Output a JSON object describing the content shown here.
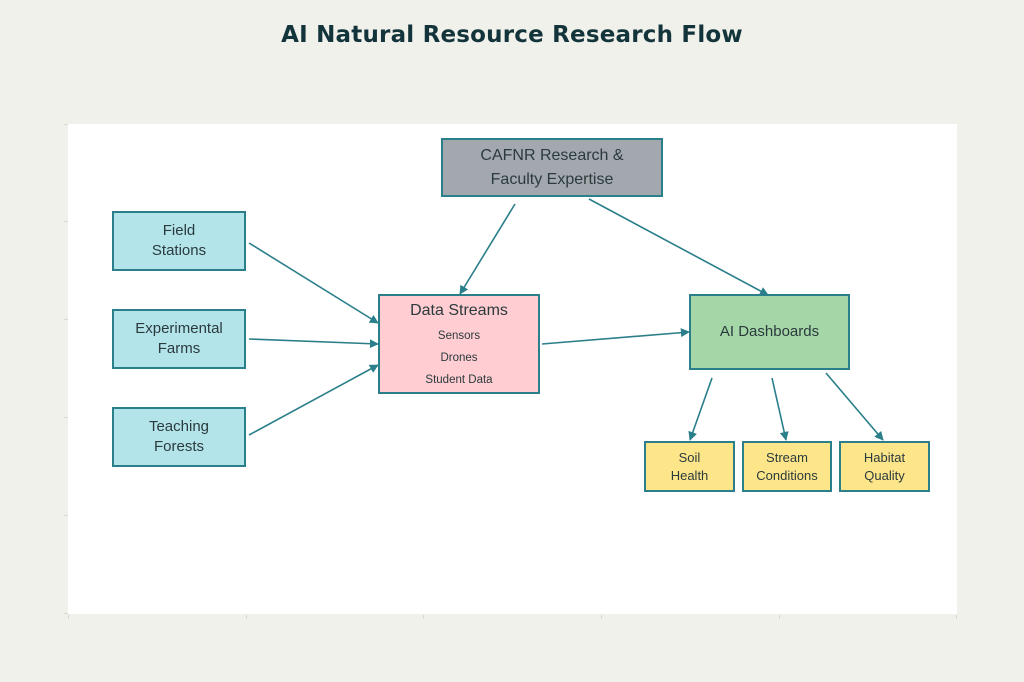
{
  "title": "AI Natural Resource Research Flow",
  "colors": {
    "background": "#f1f1ec",
    "plot_background": "#ffffff",
    "title": "#13343b",
    "edge": "#2a7f8a",
    "source_fill": "#b3e4ea",
    "expertise_fill": "#a2a8ae",
    "datastream_fill": "#ffcdd2",
    "dashboard_fill": "#a5d6a7",
    "output_fill": "#fde68a"
  },
  "nodes": {
    "expertise": {
      "label": "CAFNR Research &\nFaculty Expertise"
    },
    "field_stations": {
      "label": "Field\nStations"
    },
    "experimental_farms": {
      "label": "Experimental\nFarms"
    },
    "teaching_forests": {
      "label": "Teaching\nForests"
    },
    "data_streams": {
      "label": "Data Streams",
      "items": [
        "Sensors",
        "Drones",
        "Student Data"
      ]
    },
    "ai_dashboards": {
      "label": "AI Dashboards"
    },
    "soil_health": {
      "label": "Soil\nHealth"
    },
    "stream_conditions": {
      "label": "Stream\nConditions"
    },
    "habitat_quality": {
      "label": "Habitat\nQuality"
    }
  },
  "edges": [
    {
      "from": "Field Stations",
      "to": "Data Streams"
    },
    {
      "from": "Experimental Farms",
      "to": "Data Streams"
    },
    {
      "from": "Teaching Forests",
      "to": "Data Streams"
    },
    {
      "from": "CAFNR Research & Faculty Expertise",
      "to": "Data Streams"
    },
    {
      "from": "CAFNR Research & Faculty Expertise",
      "to": "AI Dashboards"
    },
    {
      "from": "Data Streams",
      "to": "AI Dashboards"
    },
    {
      "from": "AI Dashboards",
      "to": "Soil Health"
    },
    {
      "from": "AI Dashboards",
      "to": "Stream Conditions"
    },
    {
      "from": "AI Dashboards",
      "to": "Habitat Quality"
    }
  ]
}
